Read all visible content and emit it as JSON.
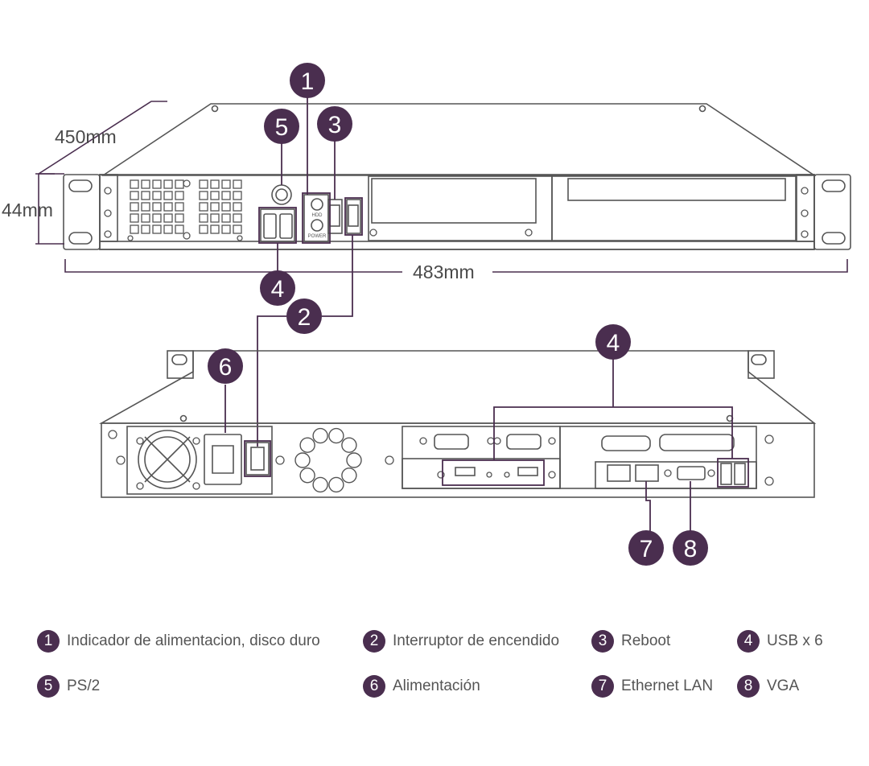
{
  "dimensions": {
    "depth": "450mm",
    "height": "44mm",
    "width": "483mm"
  },
  "colors": {
    "badge": "#4a2e4f",
    "line": "#4a2e4f",
    "drawing": "#555555"
  },
  "badges": {
    "front": [
      "1",
      "5",
      "3",
      "4",
      "2"
    ],
    "rear": [
      "6",
      "4",
      "7",
      "8"
    ]
  },
  "legend": [
    {
      "num": "1",
      "label": "Indicador de alimentacion, disco duro"
    },
    {
      "num": "2",
      "label": "Interruptor de encendido"
    },
    {
      "num": "3",
      "label": "Reboot"
    },
    {
      "num": "4",
      "label": "USB x 6"
    },
    {
      "num": "5",
      "label": "PS/2"
    },
    {
      "num": "6",
      "label": "Alimentación"
    },
    {
      "num": "7",
      "label": "Ethernet LAN"
    },
    {
      "num": "8",
      "label": "VGA"
    }
  ],
  "front_panel": {
    "hdd_label": "HDD",
    "power_label": "POWER"
  }
}
